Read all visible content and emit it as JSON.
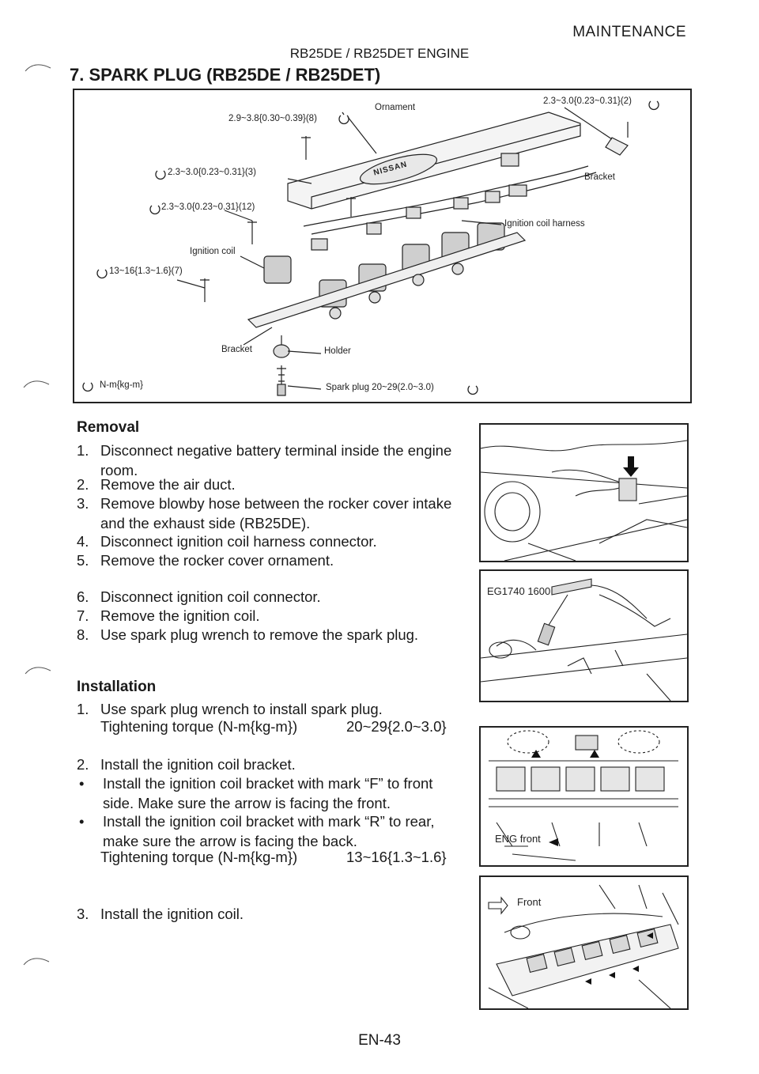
{
  "header": {
    "section": "MAINTENANCE",
    "engine": "RB25DE / RB25DET ENGINE",
    "title": "7. SPARK PLUG (RB25DE / RB25DET)"
  },
  "diagram": {
    "labels": {
      "ornament": "Ornament",
      "torque_top_left": "2.9~3.8{0.30~0.39}(8)",
      "torque_top_right": "2.3~3.0{0.23~0.31}(2)",
      "torque_left_1": "2.3~3.0{0.23~0.31}(3)",
      "torque_left_2": "2.3~3.0{0.23~0.31}(12)",
      "bracket_right": "Bracket",
      "ignition_coil_harness": "Ignition coil harness",
      "ignition_coil": "Ignition coil",
      "torque_bracket": "13~16{1.3~1.6}(7)",
      "bracket_bottom": "Bracket",
      "holder": "Holder",
      "spark_plug": "Spark plug 20~29(2.0~3.0)",
      "legend": "N-m{kg-m}",
      "brand": "NISSAN"
    }
  },
  "removal": {
    "heading": "Removal",
    "steps": [
      {
        "num": "1.",
        "lines": [
          "Disconnect negative battery terminal inside the engine",
          "room."
        ]
      },
      {
        "num": "2.",
        "lines": [
          "Remove the air duct."
        ]
      },
      {
        "num": "3.",
        "lines": [
          "Remove blowby hose between the rocker cover intake",
          "and the exhaust side (RB25DE)."
        ]
      },
      {
        "num": "4.",
        "lines": [
          "Disconnect ignition coil harness connector."
        ]
      },
      {
        "num": "5.",
        "lines": [
          "Remove the rocker cover ornament."
        ]
      },
      {
        "num": "6.",
        "lines": [
          "Disconnect ignition coil connector."
        ]
      },
      {
        "num": "7.",
        "lines": [
          "Remove the ignition coil."
        ]
      },
      {
        "num": "8.",
        "lines": [
          "Use spark plug wrench to remove the spark plug."
        ]
      }
    ]
  },
  "installation": {
    "heading": "Installation",
    "step1": {
      "num": "1.",
      "text": "Use spark plug wrench to install spark plug."
    },
    "spec1": {
      "label": "Tightening torque (N-m{kg-m})",
      "value": "20~29{2.0~3.0}"
    },
    "step2": {
      "num": "2.",
      "text": "Install the ignition coil bracket."
    },
    "bullets": [
      {
        "dot": "•",
        "lines": [
          "Install the ignition coil bracket with mark “F” to front",
          "side.  Make sure the arrow is facing the front."
        ]
      },
      {
        "dot": "•",
        "lines": [
          "Install the ignition coil bracket with mark “R” to rear,",
          "make sure the arrow is facing the back."
        ]
      }
    ],
    "spec2": {
      "label": "Tightening torque (N-m{kg-m})",
      "value": "13~16{1.3~1.6}"
    },
    "step3": {
      "num": "3.",
      "text": "Install the ignition coil."
    }
  },
  "photos": {
    "photo2_label": "EG1740 1600",
    "photo3_label": "ENG front",
    "photo4_label": "Front"
  },
  "footer": {
    "page": "EN-43"
  }
}
